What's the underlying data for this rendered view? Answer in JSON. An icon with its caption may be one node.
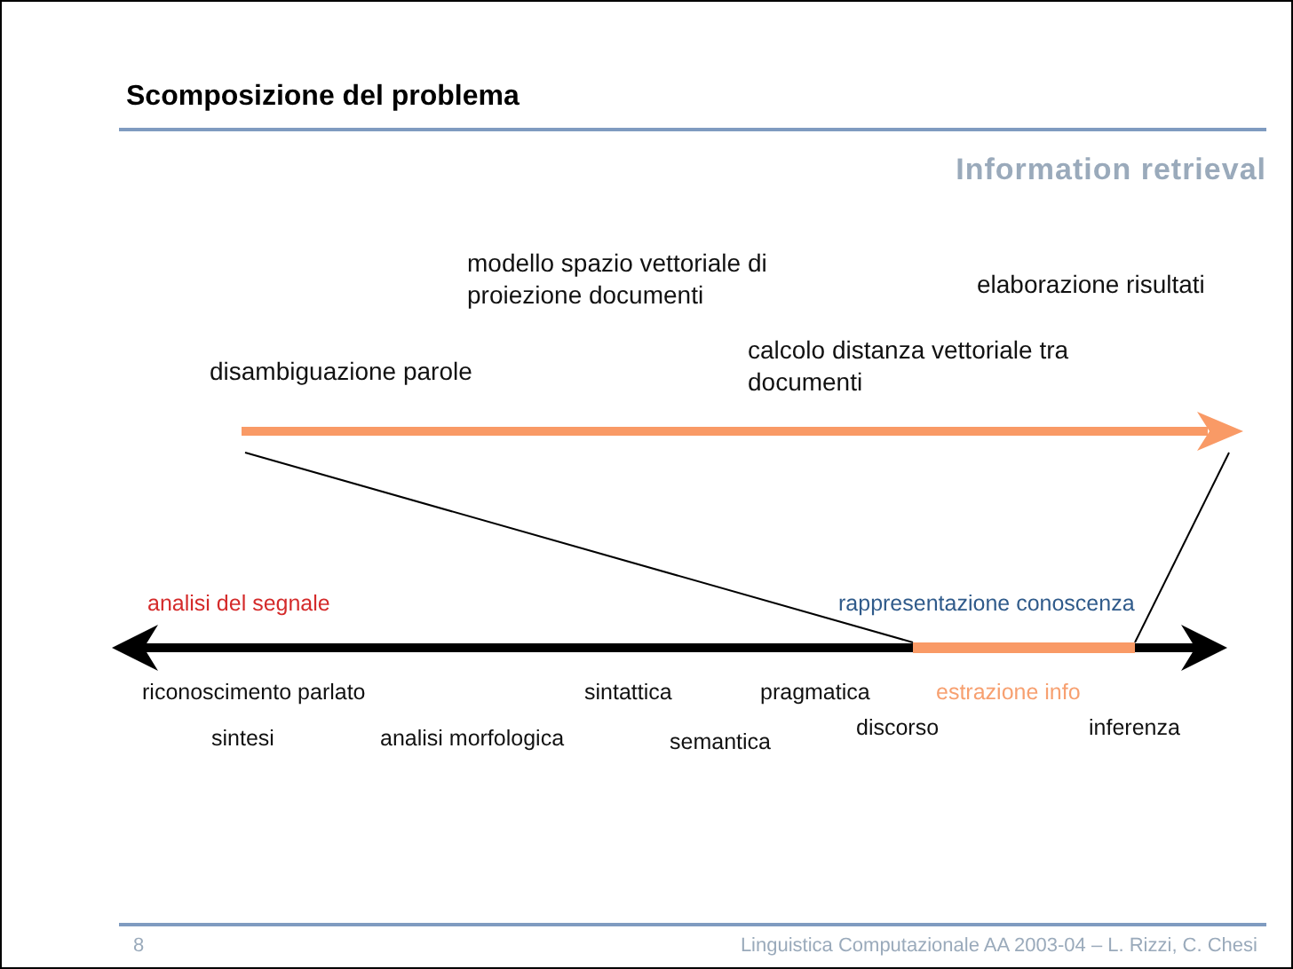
{
  "diagram": {
    "title": "Scomposizione del problema",
    "nodes": [
      {
        "text": [],
        "shape": "bar"
      },
      {
        "text": [],
        "shape": "bar"
      }
    ],
    "edges": [
      {
        "from": 0,
        "to": 1,
        "arrow": "none"
      },
      {
        "from": 0,
        "to": 1,
        "arrow": "none"
      }
    ],
    "labels": [
      "Information retrieval",
      "modello spazio vettoriale di proiezione documenti",
      "elaborazione risultati",
      "calcolo distanza vettoriale tra documenti",
      "disambiguazione parole",
      "analisi del segnale",
      "rappresentazione conoscenza",
      "riconoscimento parlato",
      "sintattica",
      "pragmatica",
      "estrazione info",
      "sintesi",
      "analisi morfologica",
      "semantica",
      "discorso",
      "inferenza",
      "8",
      "Linguistica Computazionale AA 2003-04 – L. Rizzi, C. Chesi"
    ]
  }
}
